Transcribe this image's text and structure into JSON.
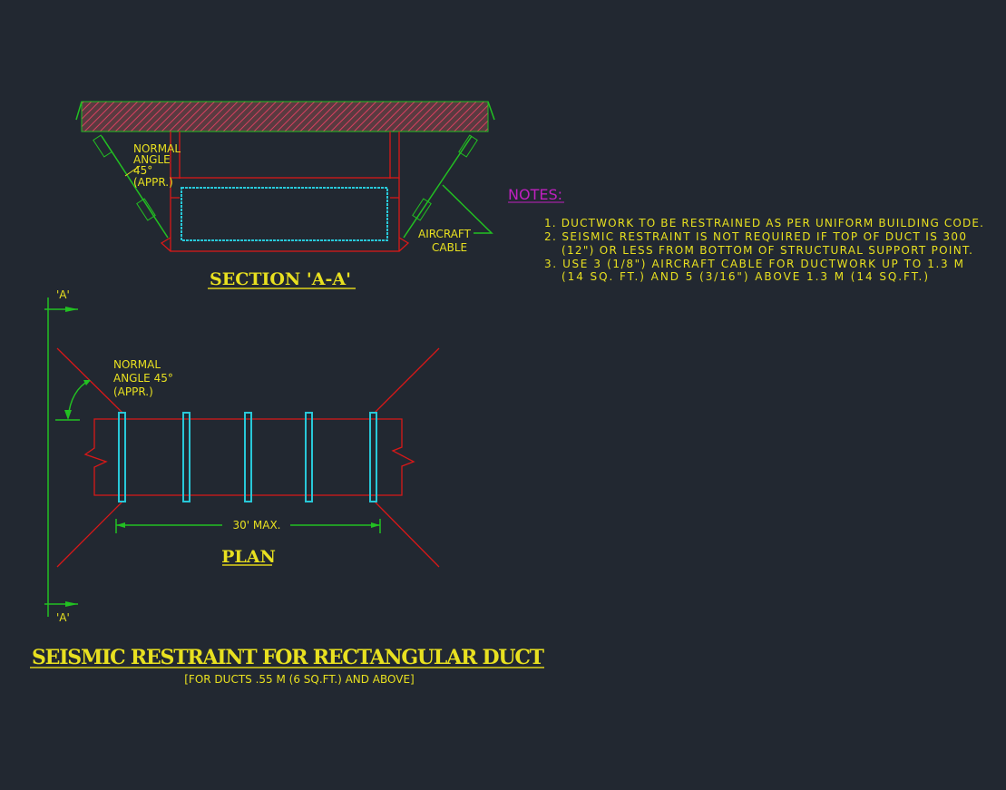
{
  "section": {
    "title": "SECTION 'A-A'",
    "angle_label": [
      "NORMAL",
      "ANGLE",
      "45°",
      "(APPR.)"
    ],
    "cable_label": [
      "AIRCRAFT",
      "CABLE"
    ]
  },
  "notes": {
    "heading": "NOTES:",
    "lines": [
      "1. DUCTWORK TO BE RESTRAINED AS PER UNIFORM BUILDING CODE.",
      "2. SEISMIC RESTRAINT IS NOT REQUIRED IF TOP OF DUCT IS 300",
      "(12\") OR LESS FROM BOTTOM OF STRUCTURAL SUPPORT POINT.",
      "3. USE 3 (1/8\") AIRCRAFT CABLE FOR DUCTWORK UP TO 1.3 M",
      "(14 SQ. FT.) AND 5 (3/16\") ABOVE 1.3 M   (14 SQ.FT.)"
    ]
  },
  "plan": {
    "title": "PLAN",
    "section_mark_top": "'A'",
    "section_mark_bottom": "'A'",
    "angle_label": [
      "NORMAL",
      "ANGLE 45°",
      "(APPR.)"
    ],
    "dimension": "30' MAX."
  },
  "drawing": {
    "title": "SEISMIC RESTRAINT FOR RECTANGULAR DUCT",
    "subtitle": "[FOR DUCTS .55 M   (6 SQ.FT.) AND ABOVE]"
  },
  "colors": {
    "background": "#222831",
    "text": "#e8e020",
    "notes_heading": "#c020c0",
    "duct": "#d81818",
    "cable": "#22c022",
    "strap": "#28c8d8"
  }
}
